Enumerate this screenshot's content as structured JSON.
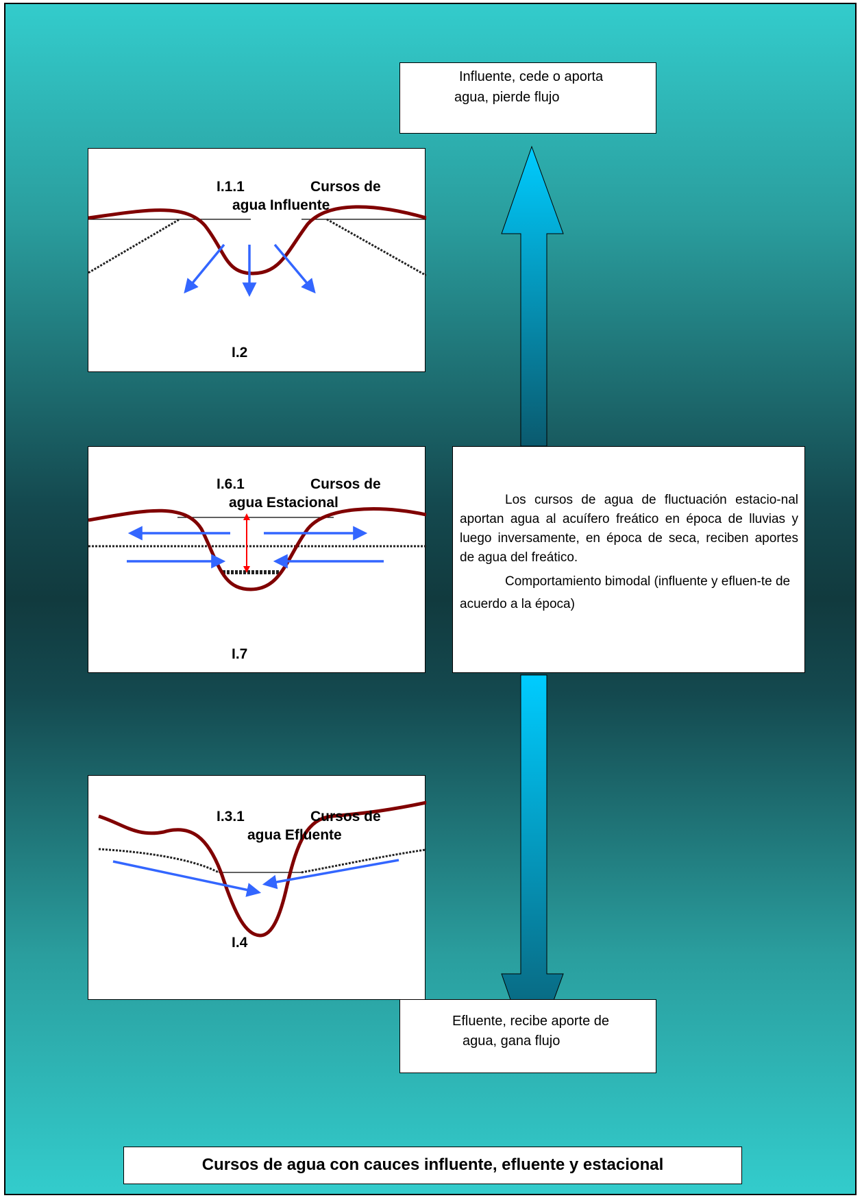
{
  "top_box": {
    "text_line1": "Influente, cede o aporta",
    "text_line2": "agua, pierde flujo"
  },
  "bottom_box": {
    "text_line1": "Efluente, recibe aporte de",
    "text_line2": "agua, gana flujo"
  },
  "panels": [
    {
      "id": "I.1.1",
      "title_line1": "Cursos de",
      "title_line2": "agua Influente",
      "label": "I.2"
    },
    {
      "id": "I.6.1",
      "title_line1": "Cursos de",
      "title_line2": "agua Estacional",
      "label": "I.7"
    },
    {
      "id": "I.3.1",
      "title_line1": "Cursos de",
      "title_line2": "agua Efluente",
      "label": "I.4"
    }
  ],
  "description": {
    "para1": "Los cursos de agua de fluctuación estacio-nal aportan agua al acuífero freático en época de lluvias y  luego inversamente, en época de seca, reciben aportes de agua del freático.",
    "para2": "Comportamiento bimodal (influente y efluen-te de acuerdo a la época)"
  },
  "footer": {
    "title": "Cursos de agua con cauces influente, efluente y estacional"
  },
  "colors": {
    "background_light": "#33cccc",
    "background_dark": "#113a3e",
    "arrow_cyan": "#00ccff",
    "river_line": "#800000",
    "flow_arrow": "#3366ff",
    "fluctuation_arrow": "#ff0000"
  }
}
